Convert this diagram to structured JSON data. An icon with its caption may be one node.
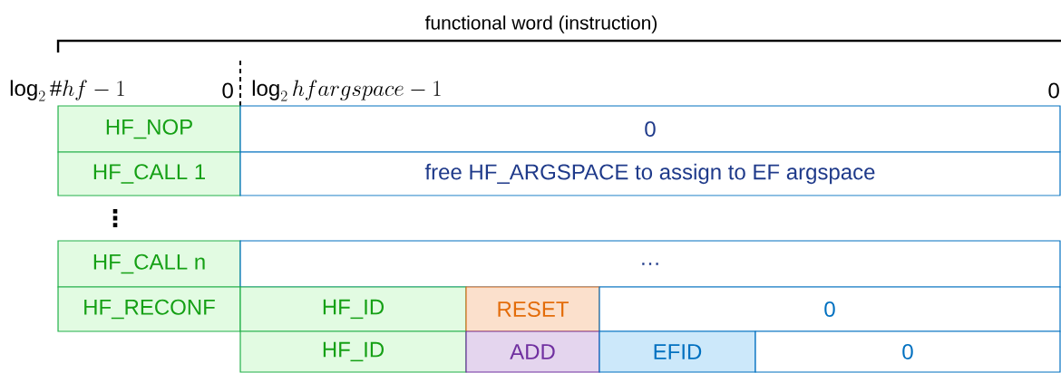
{
  "diagram": {
    "nodes": [
      {
        "text": [
          "HF_NOP"
        ]
      },
      {
        "text": [
          "0"
        ]
      },
      {
        "text": [
          "HF_CALL 1"
        ]
      },
      {
        "text": [
          "free HF_ARGSPACE to assign to EF argspace"
        ]
      },
      {
        "text": [
          "HF_CALL n"
        ]
      },
      {
        "text": [
          "…"
        ]
      },
      {
        "text": [
          "HF_RECONF"
        ]
      },
      {
        "text": [
          "HF_ID"
        ]
      },
      {
        "text": [
          "RESET"
        ]
      },
      {
        "text": [
          "0"
        ]
      },
      {
        "text": [
          "HF_ID"
        ]
      },
      {
        "text": [
          "ADD"
        ]
      },
      {
        "text": [
          "EFID"
        ]
      },
      {
        "text": [
          "0"
        ]
      }
    ],
    "edges": [],
    "labels": [
      "functional word (instruction)",
      "\\log_2 \\#hf - 1",
      "0",
      "\\log_2 hfargspace - 1",
      "0",
      "⋮"
    ]
  }
}
